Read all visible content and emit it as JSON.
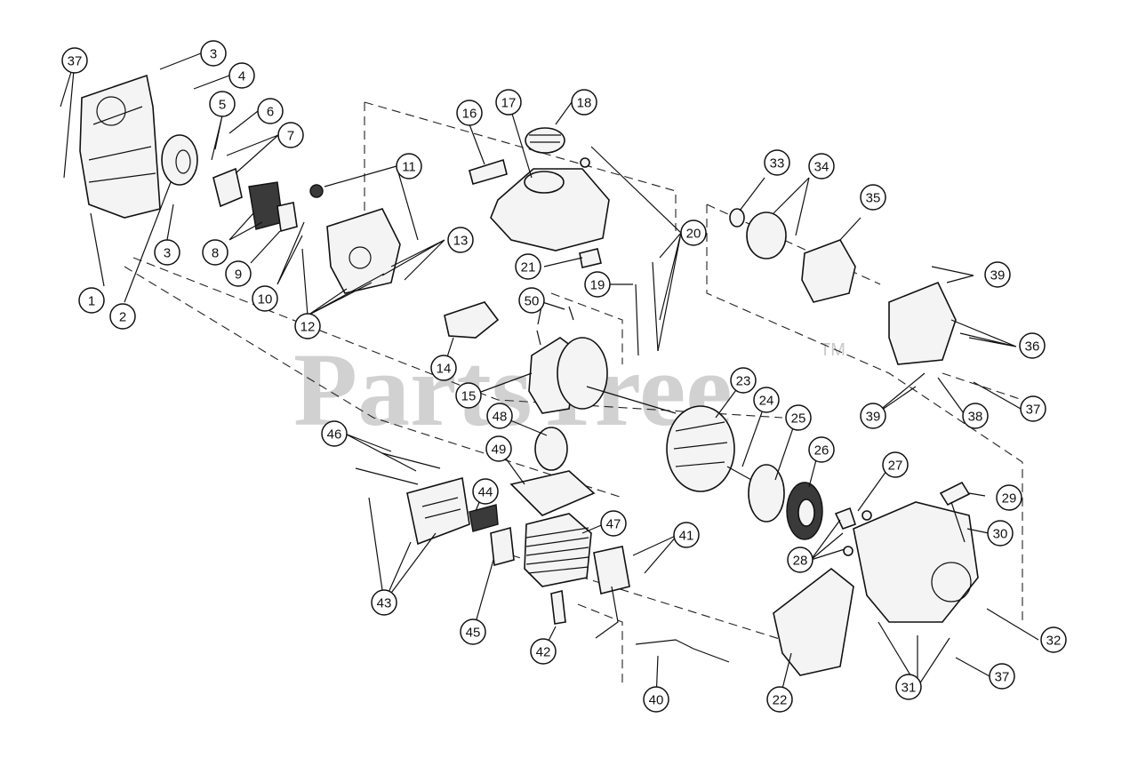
{
  "watermark": {
    "text": "PartsTree",
    "trademark": "TM"
  },
  "colors": {
    "ink": "#111111",
    "paper": "#ffffff",
    "watermark": "#c9c9c9"
  },
  "callouts": [
    {
      "label": "37"
    },
    {
      "label": "3"
    },
    {
      "label": "4"
    },
    {
      "label": "5"
    },
    {
      "label": "6"
    },
    {
      "label": "7"
    },
    {
      "label": "11"
    },
    {
      "label": "16"
    },
    {
      "label": "17"
    },
    {
      "label": "18"
    },
    {
      "label": "33"
    },
    {
      "label": "34"
    },
    {
      "label": "35"
    },
    {
      "label": "20"
    },
    {
      "label": "13"
    },
    {
      "label": "3"
    },
    {
      "label": "8"
    },
    {
      "label": "9"
    },
    {
      "label": "10"
    },
    {
      "label": "1"
    },
    {
      "label": "2"
    },
    {
      "label": "12"
    },
    {
      "label": "21"
    },
    {
      "label": "19"
    },
    {
      "label": "50"
    },
    {
      "label": "39"
    },
    {
      "label": "36"
    },
    {
      "label": "14"
    },
    {
      "label": "15"
    },
    {
      "label": "23"
    },
    {
      "label": "24"
    },
    {
      "label": "25"
    },
    {
      "label": "39"
    },
    {
      "label": "38"
    },
    {
      "label": "37"
    },
    {
      "label": "48"
    },
    {
      "label": "46"
    },
    {
      "label": "49"
    },
    {
      "label": "26"
    },
    {
      "label": "27"
    },
    {
      "label": "29"
    },
    {
      "label": "44"
    },
    {
      "label": "47"
    },
    {
      "label": "41"
    },
    {
      "label": "30"
    },
    {
      "label": "28"
    },
    {
      "label": "43"
    },
    {
      "label": "45"
    },
    {
      "label": "42"
    },
    {
      "label": "32"
    },
    {
      "label": "40"
    },
    {
      "label": "22"
    },
    {
      "label": "31"
    },
    {
      "label": "37"
    }
  ]
}
